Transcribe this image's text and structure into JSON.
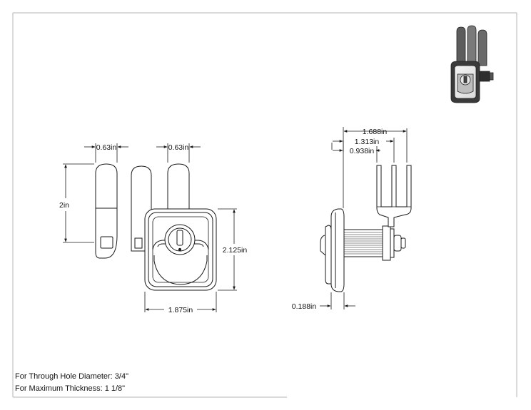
{
  "notes": {
    "through_hole": "For Through Hole Diameter: 3/4\"",
    "max_thickness": "For Maximum Thickness: 1 1/8\""
  },
  "front_view": {
    "cam_width_left": "0.63in",
    "cam_width_right": "0.63in",
    "cam_height": "2in",
    "body_height": "2.125in",
    "body_width": "1.875in"
  },
  "side_view": {
    "dim_overall": "1.688in",
    "dim_mid": "1.313in",
    "dim_short": "0.938in",
    "flange_thickness": "0.188in"
  },
  "colors": {
    "line": "#1a1a1a",
    "frame": "#b5b5b5",
    "photo_dark": "#3a3a3a"
  }
}
